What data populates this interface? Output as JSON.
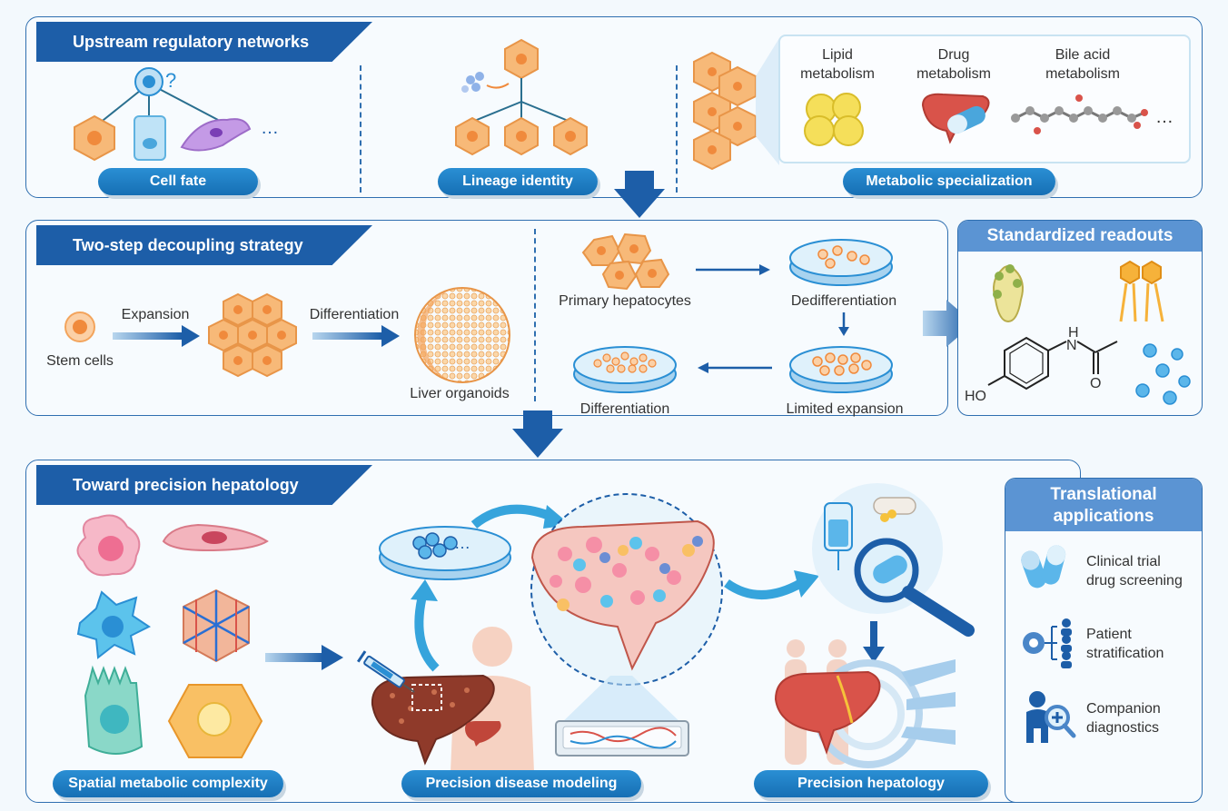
{
  "section1": {
    "title": "Upstream regulatory networks",
    "question_mark": "?",
    "ellipsis": "…",
    "pill_cell_fate": "Cell fate",
    "pill_lineage": "Lineage identity",
    "pill_metabolic": "Metabolic specialization",
    "lipid": "Lipid\nmetabolism",
    "drug": "Drug\nmetabolism",
    "bile": "Bile acid\nmetabolism",
    "ellipsis2": "…"
  },
  "section2": {
    "title": "Two-step  decoupling strategy",
    "stem_cells": "Stem cells",
    "expansion": "Expansion",
    "differentiation_arrow": "Differentiation",
    "liver_organoids": "Liver organoids",
    "primary_hepatocytes": "Primary hepatocytes",
    "dedifferentiation": "Dedifferentiation",
    "limited_expansion": "Limited expansion",
    "differentiation_dish": "Differentiation"
  },
  "readouts": {
    "title": "Standardized readouts",
    "ho": "HO",
    "h": "H",
    "n": "N",
    "o": "O"
  },
  "section3": {
    "title": "Toward precision hepatology",
    "pill_spatial": "Spatial metabolic complexity",
    "pill_disease": "Precision disease modeling",
    "pill_precision": "Precision hepatology",
    "dish_ellipsis": "…"
  },
  "translational": {
    "title": "Translational\napplications",
    "item1": "Clinical trial\ndrug screening",
    "item2": "Patient\nstratification",
    "item3": "Companion\ndiagnostics"
  },
  "colors": {
    "primary": "#1d5ea8",
    "accent": "#2a8fd4",
    "cell_orange": "#f5a85a",
    "liver_red": "#c0463a",
    "side_header": "#5b94d3"
  }
}
